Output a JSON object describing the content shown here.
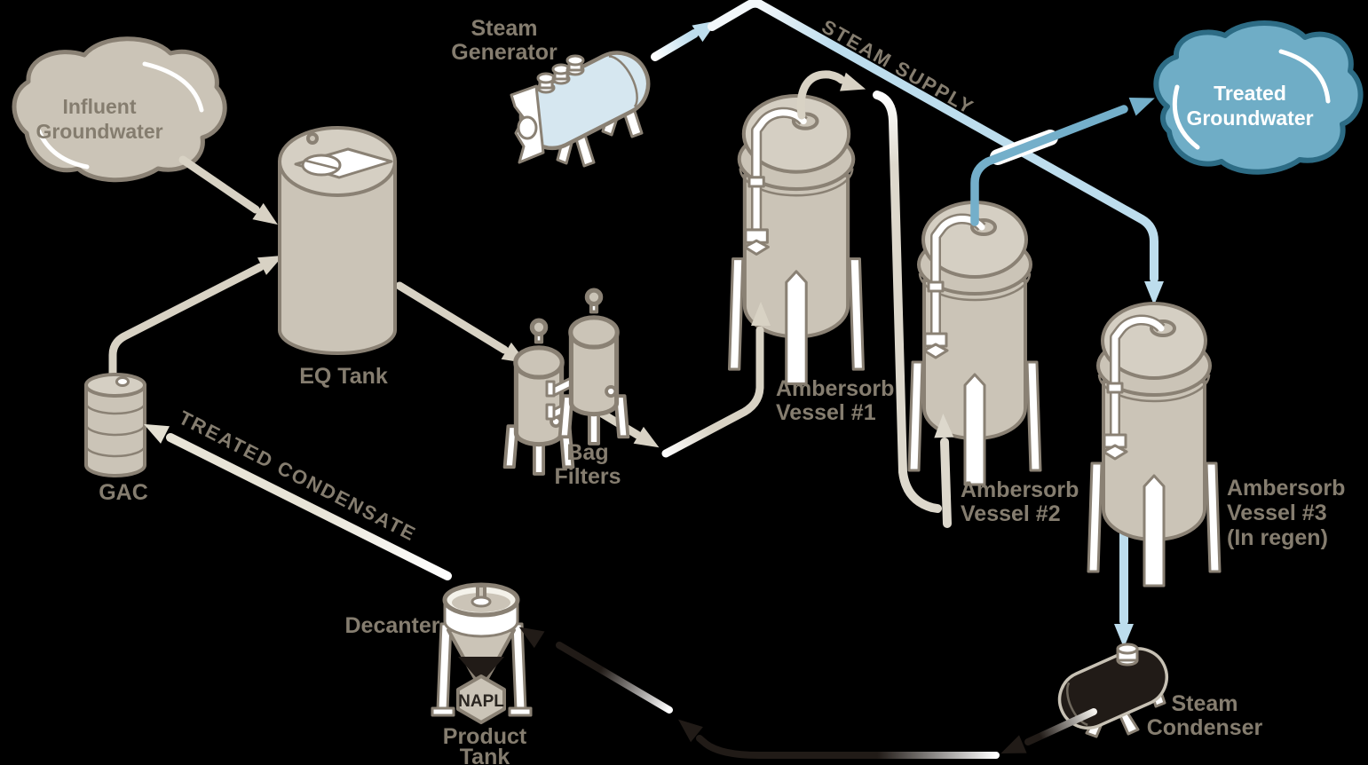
{
  "colors": {
    "background": "#000000",
    "equipment_fill": "#cbc4b7",
    "equipment_fill_light": "#d5cfc3",
    "equipment_outline": "#8a8174",
    "label_text": "#857d6f",
    "pipe_beige": "#d8d2c4",
    "steam_light_blue": "#bddded",
    "treated_blue": "#74afca",
    "treated_cloud_fill": "#6fadc6",
    "treated_cloud_outline": "#2d6c85",
    "steam_generator_fill": "#d6e7f0",
    "condenser_black": "#211b17",
    "condensate_cream": "#e8e4d7",
    "napl_text": "#2a2520",
    "white": "#ffffff"
  },
  "nodes": {
    "influent_cloud": {
      "label_lines": [
        "Influent",
        "Groundwater"
      ]
    },
    "eq_tank": {
      "label": "EQ Tank"
    },
    "gac": {
      "label": "GAC"
    },
    "steam_generator": {
      "label_lines": [
        "Steam",
        "Generator"
      ]
    },
    "bag_filters": {
      "label_lines": [
        "Bag",
        "Filters"
      ]
    },
    "ambersorb_vessel_1": {
      "label_lines": [
        "Ambersorb",
        "Vessel #1"
      ]
    },
    "ambersorb_vessel_2": {
      "label_lines": [
        "Ambersorb",
        "Vessel #2"
      ]
    },
    "ambersorb_vessel_3": {
      "label_lines": [
        "Ambersorb",
        "Vessel #3",
        "(In regen)"
      ]
    },
    "treated_groundwater_cloud": {
      "label_lines": [
        "Treated",
        "Groundwater"
      ]
    },
    "steam_condenser": {
      "label_lines": [
        "Steam",
        "Condenser"
      ]
    },
    "decanter": {
      "label": "Decanter"
    },
    "product_tank": {
      "label_lines": [
        "Product",
        "Tank"
      ],
      "napl_label": "NAPL"
    }
  },
  "flow_labels": {
    "steam_supply": "STEAM SUPPLY",
    "treated_condensate": "TREATED CONDENSATE"
  }
}
